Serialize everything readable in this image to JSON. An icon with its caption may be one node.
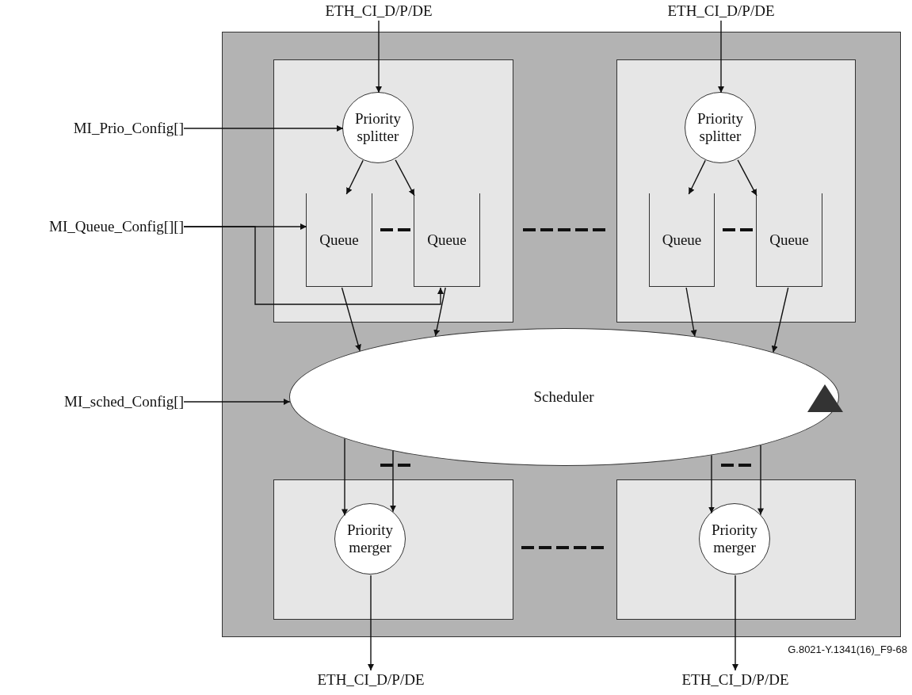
{
  "diagram": {
    "nodes": [
      {
        "text": [
          "ETH_CI_D/P/DE"
        ]
      },
      {
        "text": [
          "ETH_CI_D/P/DE"
        ]
      },
      {
        "text": [
          "MI_Prio_Config[]"
        ]
      },
      {
        "text": [
          "MI_Queue_Config[][]"
        ]
      },
      {
        "text": [
          "MI_sched_Config[]"
        ]
      },
      {
        "text": [],
        "shape": "box"
      },
      {
        "text": [],
        "shape": "box",
        "in": 5
      },
      {
        "text": [
          "Priority splitter"
        ],
        "in": 6
      },
      {
        "text": [
          "Queue"
        ],
        "in": 6
      },
      {
        "text": [
          "Queue"
        ],
        "in": 6
      },
      {
        "text": [],
        "shape": "box",
        "in": 5
      },
      {
        "text": [
          "Priority splitter"
        ],
        "in": 10
      },
      {
        "text": [
          "Queue"
        ],
        "in": 10
      },
      {
        "text": [
          "Queue"
        ],
        "in": 10
      },
      {
        "text": [
          "Scheduler"
        ],
        "in": 5
      },
      {
        "text": [],
        "shape": "box",
        "in": 5
      },
      {
        "text": [
          "Priority merger"
        ],
        "in": 15
      },
      {
        "text": [],
        "shape": "box",
        "in": 5
      },
      {
        "text": [
          "Priority merger"
        ],
        "in": 17
      },
      {
        "text": [
          "ETH_CI_D/P/DE"
        ]
      },
      {
        "text": [
          "ETH_CI_D/P/DE"
        ]
      }
    ],
    "edges": [
      {
        "from": 0,
        "to": 7,
        "arrow": "to"
      },
      {
        "from": 1,
        "to": 11,
        "arrow": "to"
      },
      {
        "from": 2,
        "to": 7,
        "arrow": "to"
      },
      {
        "from": 3,
        "to": 8,
        "arrow": "to"
      },
      {
        "from": 3,
        "to": 9,
        "arrow": "to"
      },
      {
        "from": 4,
        "to": 14,
        "arrow": "to"
      },
      {
        "from": 7,
        "to": 8,
        "arrow": "to"
      },
      {
        "from": 7,
        "to": 9,
        "arrow": "to"
      },
      {
        "from": 11,
        "to": 12,
        "arrow": "to"
      },
      {
        "from": 11,
        "to": 13,
        "arrow": "to"
      },
      {
        "from": 8,
        "to": 14,
        "arrow": "to"
      },
      {
        "from": 9,
        "to": 14,
        "arrow": "to"
      },
      {
        "from": 12,
        "to": 14,
        "arrow": "to"
      },
      {
        "from": 13,
        "to": 14,
        "arrow": "to"
      },
      {
        "from": 14,
        "to": 16,
        "arrow": "to"
      },
      {
        "from": 14,
        "to": 16,
        "arrow": "to"
      },
      {
        "from": 14,
        "to": 18,
        "arrow": "to"
      },
      {
        "from": 14,
        "to": 18,
        "arrow": "to"
      },
      {
        "from": 16,
        "to": 19,
        "arrow": "to"
      },
      {
        "from": 18,
        "to": 20,
        "arrow": "to"
      }
    ],
    "labels": [
      "G.8021-Y.1341(16)_F9-68"
    ]
  }
}
